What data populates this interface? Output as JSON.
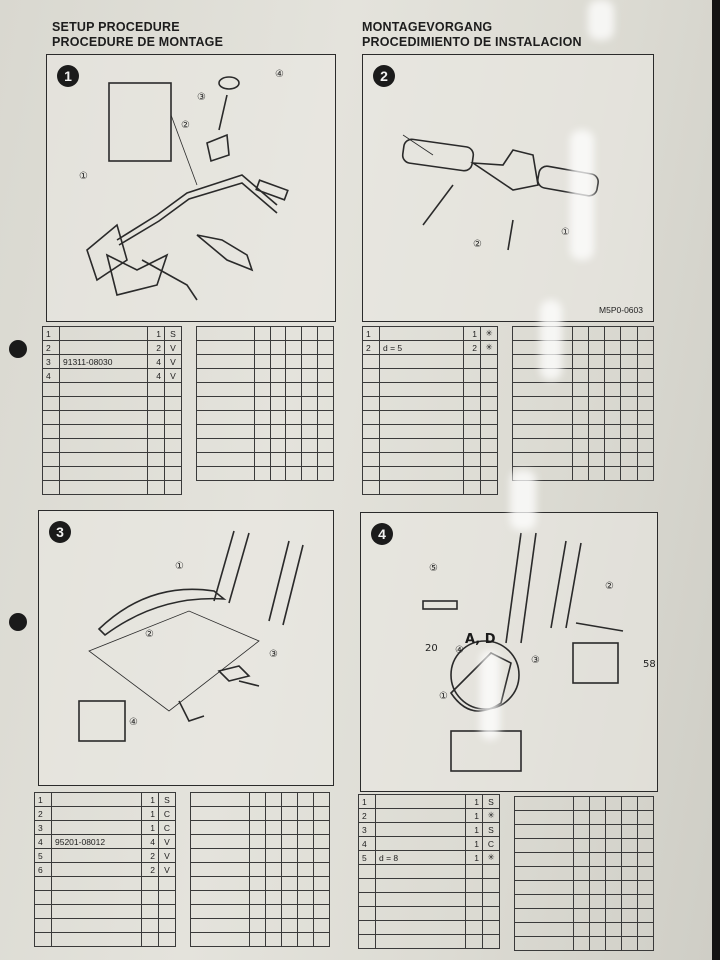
{
  "headers": {
    "left_1": "SETUP PROCEDURE",
    "left_2": "PROCEDURE DE MONTAGE",
    "right_1": "MONTAGEVORGANG",
    "right_2": "PROCEDIMIENTO DE INSTALACION"
  },
  "panels": [
    {
      "num": "1",
      "code": "",
      "callouts": [
        "①",
        "②",
        "③",
        "④"
      ]
    },
    {
      "num": "2",
      "code": "M5P0-0603",
      "callouts": [
        "①",
        "②"
      ]
    },
    {
      "num": "3",
      "code": "",
      "callouts": [
        "①",
        "②",
        "③",
        "④"
      ]
    },
    {
      "num": "4",
      "code": "",
      "callouts": [
        "⑤",
        "②",
        "④",
        "③",
        "①"
      ],
      "label_ad": "A, D",
      "n20": "20",
      "n58": "58"
    }
  ],
  "parts_tables": [
    {
      "rows": [
        [
          "1",
          "",
          "1",
          "S"
        ],
        [
          "2",
          "",
          "2",
          "V"
        ],
        [
          "3",
          "91311-08030",
          "4",
          "V"
        ],
        [
          "4",
          "",
          "4",
          "V"
        ],
        [
          "",
          "",
          "",
          ""
        ],
        [
          "",
          "",
          "",
          ""
        ],
        [
          "",
          "",
          "",
          ""
        ],
        [
          "",
          "",
          "",
          ""
        ],
        [
          "",
          "",
          "",
          ""
        ],
        [
          "",
          "",
          "",
          ""
        ],
        [
          "",
          "",
          "",
          ""
        ],
        [
          "",
          "",
          "",
          ""
        ]
      ]
    },
    {
      "rows": [
        [
          "1",
          "",
          "1",
          "✳"
        ],
        [
          "2",
          "d = 5",
          "2",
          "✳"
        ],
        [
          "",
          "",
          "",
          ""
        ],
        [
          "",
          "",
          "",
          ""
        ],
        [
          "",
          "",
          "",
          ""
        ],
        [
          "",
          "",
          "",
          ""
        ],
        [
          "",
          "",
          "",
          ""
        ],
        [
          "",
          "",
          "",
          ""
        ],
        [
          "",
          "",
          "",
          ""
        ],
        [
          "",
          "",
          "",
          ""
        ],
        [
          "",
          "",
          "",
          ""
        ],
        [
          "",
          "",
          "",
          ""
        ]
      ]
    },
    {
      "rows": [
        [
          "1",
          "",
          "1",
          "S"
        ],
        [
          "2",
          "",
          "1",
          "C"
        ],
        [
          "3",
          "",
          "1",
          "C"
        ],
        [
          "4",
          "95201-08012",
          "4",
          "V"
        ],
        [
          "5",
          "",
          "2",
          "V"
        ],
        [
          "6",
          "",
          "2",
          "V"
        ],
        [
          "",
          "",
          "",
          ""
        ],
        [
          "",
          "",
          "",
          ""
        ],
        [
          "",
          "",
          "",
          ""
        ],
        [
          "",
          "",
          "",
          ""
        ],
        [
          "",
          "",
          "",
          ""
        ]
      ]
    },
    {
      "rows": [
        [
          "1",
          "",
          "1",
          "S"
        ],
        [
          "2",
          "",
          "1",
          "✳"
        ],
        [
          "3",
          "",
          "1",
          "S"
        ],
        [
          "4",
          "",
          "1",
          "C"
        ],
        [
          "5",
          "d = 8",
          "1",
          "✳"
        ],
        [
          "",
          "",
          "",
          ""
        ],
        [
          "",
          "",
          "",
          ""
        ],
        [
          "",
          "",
          "",
          ""
        ],
        [
          "",
          "",
          "",
          ""
        ],
        [
          "",
          "",
          "",
          ""
        ],
        [
          "",
          "",
          "",
          ""
        ]
      ]
    }
  ]
}
